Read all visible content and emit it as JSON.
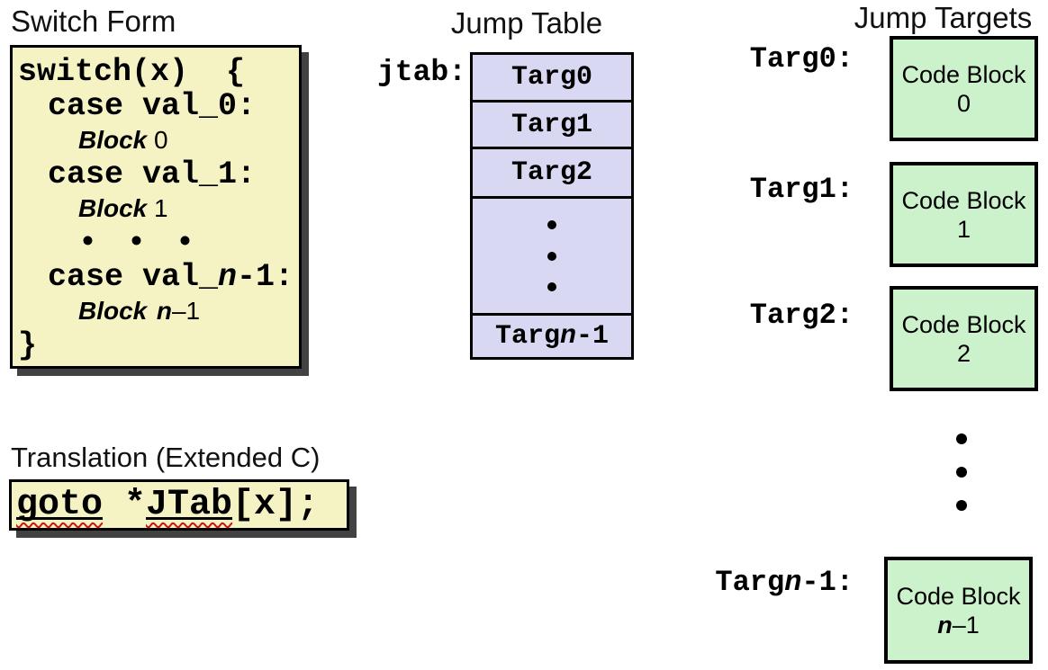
{
  "colors": {
    "code_box_yellow": "#F5F3C4",
    "jump_table_lavender": "#D8D8F2",
    "target_green": "#CCF2CC",
    "shadow_gray": "#424242",
    "border_black": "#000000",
    "squiggle_red": "#D01010"
  },
  "switch_form": {
    "heading": "Switch Form",
    "code": {
      "open": "switch(x)  {",
      "case0": "case val_0:",
      "block0": {
        "kw": "Block",
        "rest": " 0"
      },
      "case1": "case val_1:",
      "block1": {
        "kw": "Block",
        "rest": " 1"
      },
      "ellipsis": "• • •",
      "casen": {
        "pre": "case val_",
        "var": "n",
        "post": "-1:"
      },
      "blockn": {
        "kw": "Block",
        "var": "n",
        "rest": "–1"
      },
      "close": "}"
    }
  },
  "jump_table": {
    "heading": "Jump Table",
    "pointer": "jtab:",
    "cells": [
      "Targ0",
      "Targ1",
      "Targ2"
    ],
    "last": {
      "pre": "Targ",
      "var": "n",
      "post": "-1"
    }
  },
  "jump_targets": {
    "heading": "Jump Targets",
    "entries": [
      {
        "label": "Targ0:",
        "line1": "Code Block",
        "line2": "0"
      },
      {
        "label": "Targ1:",
        "line1": "Code Block",
        "line2": "1"
      },
      {
        "label": "Targ2:",
        "line1": "Code Block",
        "line2": "2"
      }
    ],
    "last": {
      "label_pre": "Targ",
      "label_var": "n",
      "label_post": "-1:",
      "line1": "Code Block",
      "line2_var": "n",
      "line2_rest": "–1"
    }
  },
  "translation": {
    "heading": "Translation (Extended C)",
    "code": {
      "goto": "goto",
      "mid": " *",
      "jtab": "JTab",
      "end": "[x];"
    }
  }
}
